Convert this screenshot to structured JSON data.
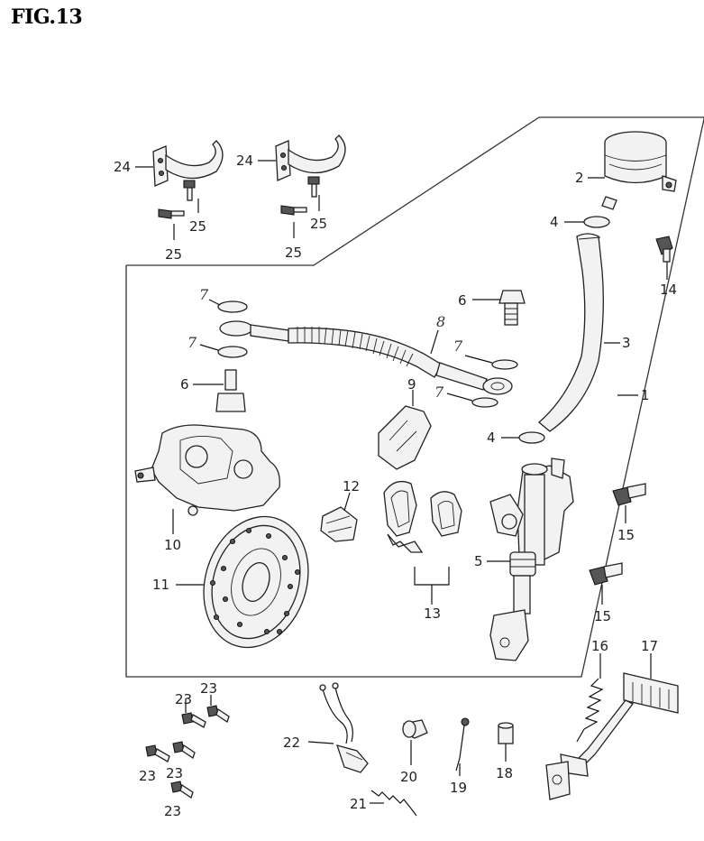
{
  "figure": {
    "title": "FIG.13"
  },
  "labels": {
    "l1": "1",
    "l2": "2",
    "l3": "3",
    "l4a": "4",
    "l4b": "4",
    "l5": "5",
    "l6a": "6",
    "l6b": "6",
    "l7a": "7",
    "l7b": "7",
    "l7c": "7",
    "l7d": "7",
    "l8": "8",
    "l9": "9",
    "l10": "10",
    "l11": "11",
    "l12": "12",
    "l13": "13",
    "l14": "14",
    "l15a": "15",
    "l15b": "15",
    "l16": "16",
    "l17": "17",
    "l18": "18",
    "l19": "19",
    "l20": "20",
    "l21": "21",
    "l22": "22",
    "l23a": "23",
    "l23b": "23",
    "l23c": "23",
    "l23d": "23",
    "l23e": "23",
    "l24a": "24",
    "l24b": "24",
    "l25a": "25",
    "l25b": "25",
    "l25c": "25",
    "l25d": "25"
  }
}
